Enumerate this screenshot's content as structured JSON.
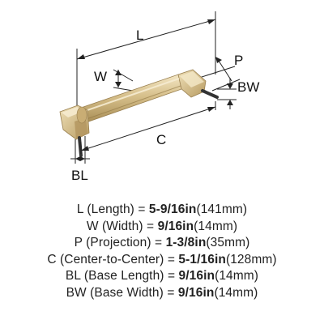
{
  "diagram": {
    "labels": {
      "L": "L",
      "W": "W",
      "P": "P",
      "BW": "BW",
      "C": "C",
      "BL": "BL"
    },
    "colors": {
      "finish": "#d2ba86",
      "finish_shadow": "#a88f57",
      "finish_highlight": "#f1e3bf",
      "screw": "#333333"
    }
  },
  "specs": [
    {
      "name": "L (Length) = ",
      "value": "5-9/16in",
      "metric": "(141mm)"
    },
    {
      "name": "W (Width) = ",
      "value": "9/16in",
      "metric": "(14mm)"
    },
    {
      "name": "P (Projection) = ",
      "value": "1-3/8in",
      "metric": "(35mm)"
    },
    {
      "name": "C (Center-to-Center) = ",
      "value": "5-1/16in",
      "metric": "(128mm)"
    },
    {
      "name": "BL (Base Length) = ",
      "value": "9/16in",
      "metric": "(14mm)"
    },
    {
      "name": "BW (Base Width) = ",
      "value": "9/16in",
      "metric": "(14mm)"
    }
  ]
}
